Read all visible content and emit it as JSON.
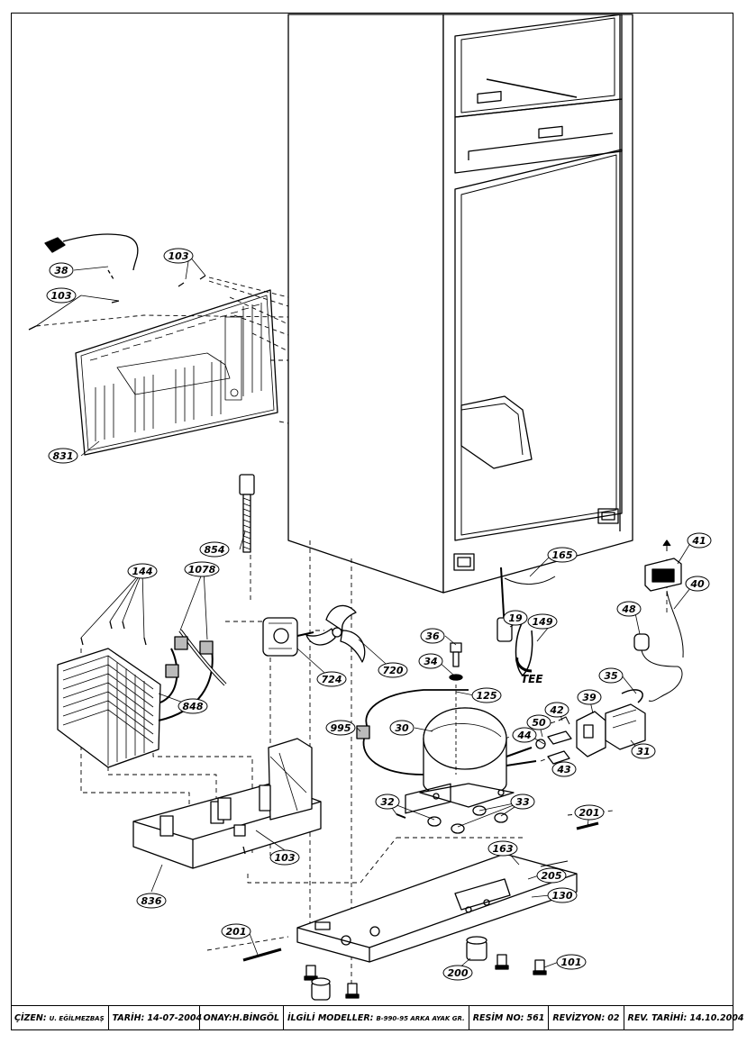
{
  "callouts": [
    "38",
    "103",
    "103",
    "831",
    "854",
    "144",
    "1078",
    "848",
    "724",
    "720",
    "36",
    "34",
    "125",
    "995",
    "30",
    "165",
    "19",
    "149",
    "41",
    "40",
    "48",
    "35",
    "39",
    "42",
    "50",
    "44",
    "31",
    "43",
    "32",
    "33",
    "201",
    "201",
    "163",
    "205",
    "130",
    "200",
    "101",
    "836",
    "103"
  ],
  "callout_extra": {
    "tee_label": "TEE"
  },
  "title_block": {
    "drawn_label": "ÇİZEN:",
    "drawn_value": "U. EĞİLMEZBAŞ",
    "date_label": "TARİH:",
    "date_value": "14-07-2004",
    "approved": "ONAY:H.BİNGÖL",
    "models_label": "İLGİLİ MODELLER:",
    "models_value": "B-990-95 ARKA AYAK GR.",
    "picture_label": "RESİM NO:",
    "picture_value": "561",
    "revision_label": "REVİZYON:",
    "revision_value": "02",
    "revdate_label": "REV. TARİHİ:",
    "revdate_value": "14.10.2004"
  }
}
